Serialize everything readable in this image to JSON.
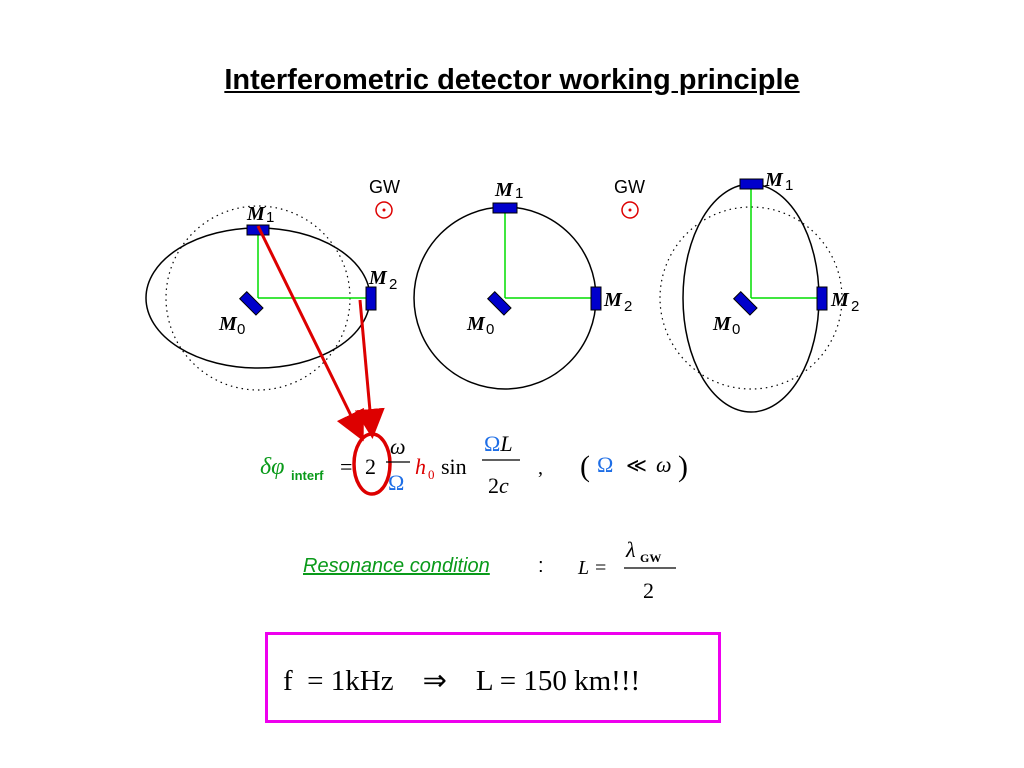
{
  "slide": {
    "title": "Interferometric detector working principle"
  },
  "diagrams": [
    {
      "mirrors": {
        "m0": "M",
        "m0_sub": "0",
        "m1": "M",
        "m1_sub": "1",
        "m2": "M",
        "m2_sub": "2"
      },
      "gw_label": "GW"
    },
    {
      "mirrors": {
        "m0": "M",
        "m0_sub": "0",
        "m1": "M",
        "m1_sub": "1",
        "m2": "M",
        "m2_sub": "2"
      },
      "gw_label": "GW"
    },
    {
      "mirrors": {
        "m0": "M",
        "m0_sub": "0",
        "m1": "M",
        "m1_sub": "1",
        "m2": "M",
        "m2_sub": "2"
      }
    }
  ],
  "phase_formula": {
    "lhs_symbol": "δφ",
    "lhs_sub": "interf",
    "equals": "=",
    "factor": "2",
    "omega_num": "ω",
    "omega_den": "Ω",
    "h": "h",
    "h_sub": "0",
    "sin": "sin",
    "arg_num": "ΩL",
    "arg_den": "2c",
    "comma": ",",
    "condition_open": "(",
    "condition_Omega": "Ω",
    "condition_rel": "≪",
    "condition_omega": "ω",
    "condition_close": ")"
  },
  "resonance": {
    "label": "Resonance condition",
    "colon": ":",
    "lhs": "L =",
    "num_symbol": "λ",
    "num_sub": "GW",
    "den": "2"
  },
  "boxed_formula": {
    "text": "f  = 1kHz    ⇒    L = 150 km!!!"
  },
  "colors": {
    "mirror_blue": "#0000cc",
    "arm_green": "#00dd00",
    "arrow_red": "#dd0000",
    "highlight_magenta": "#ee00ee",
    "resonance_green": "#0a9a1a",
    "omega_blue": "#1e6ee6"
  }
}
